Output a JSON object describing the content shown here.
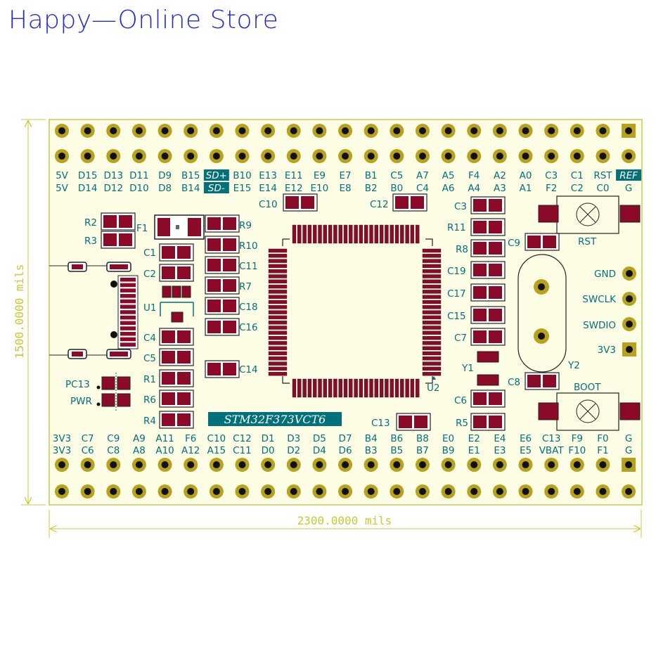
{
  "store_name": "Happy—Online Store",
  "colors": {
    "title": "#1f2ad8",
    "board": "#fdfde6",
    "outline": "#c8c85a",
    "pad": "#8a0a28",
    "pad_outline": "#1a1a1a",
    "pin_ring": "#b6a21c",
    "text": "#00707a",
    "dimension": "#c8c830"
  },
  "dimensions": {
    "width_label": "2300.0000 mils",
    "height_label": "1500.0000 mils"
  },
  "top_header": {
    "row1": [
      "5V",
      "D15",
      "D13",
      "D11",
      "D9",
      "B15",
      "SD+",
      "B10",
      "E13",
      "E11",
      "E9",
      "E7",
      "B1",
      "C5",
      "A7",
      "A5",
      "F4",
      "A2",
      "A0",
      "C3",
      "C1",
      "RST",
      "REF"
    ],
    "row2": [
      "5V",
      "D14",
      "D12",
      "D10",
      "D8",
      "B14",
      "SD-",
      "E15",
      "E14",
      "E12",
      "E10",
      "E8",
      "B2",
      "B0",
      "C4",
      "A6",
      "A4",
      "A3",
      "A1",
      "F2",
      "C2",
      "C0",
      "G"
    ]
  },
  "bottom_header": {
    "row1": [
      "3V3",
      "C7",
      "C9",
      "A9",
      "A11",
      "F6",
      "C10",
      "C12",
      "D1",
      "D3",
      "D5",
      "D7",
      "B4",
      "B6",
      "B8",
      "E0",
      "E2",
      "E4",
      "E6",
      "C13",
      "F9",
      "F0",
      "G"
    ],
    "row2": [
      "3V3",
      "C6",
      "C8",
      "A8",
      "A10",
      "A12",
      "A15",
      "C11",
      "D0",
      "D2",
      "D4",
      "D6",
      "B3",
      "B5",
      "B7",
      "B9",
      "E1",
      "E3",
      "E5",
      "VBAT",
      "F10",
      "F1",
      "G"
    ]
  },
  "components": {
    "left": [
      "R2",
      "R3",
      "F1",
      "C1",
      "C2",
      "U1",
      "C4",
      "C5",
      "R1",
      "R6",
      "R4",
      "PC13",
      "PWR"
    ],
    "middle": [
      "R9",
      "R10",
      "C11",
      "R7",
      "C18",
      "C16",
      "C14"
    ],
    "top": [
      "C10",
      "C12"
    ],
    "right": [
      "C3",
      "R11",
      "R8",
      "C19",
      "C17",
      "C15",
      "C7",
      "Y1",
      "C6",
      "R5",
      "C9",
      "C8",
      "C13",
      "U2",
      "Y2"
    ],
    "buttons": [
      "RST",
      "BOOT"
    ],
    "swd": [
      "GND",
      "SWCLK",
      "SWDIO",
      "3V3"
    ]
  },
  "mcu_part": "STM32F373VCT6"
}
